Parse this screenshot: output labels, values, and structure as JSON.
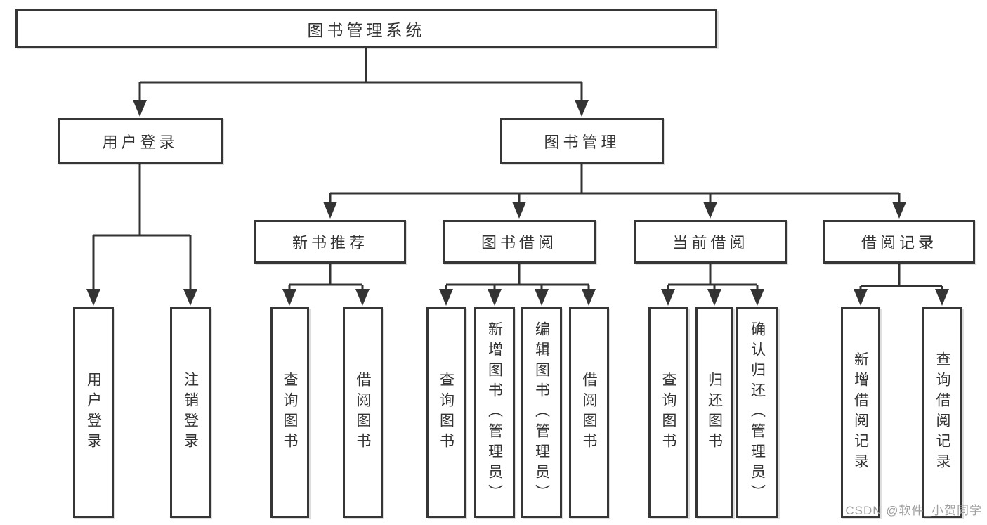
{
  "colors": {
    "line": "#333333",
    "box_border": "#363636",
    "text": "#333333",
    "box_background": "#ffffff",
    "page_background": "#ffffff",
    "watermark": "#9e9e9e"
  },
  "tree": {
    "root": "图书管理系统",
    "children": [
      {
        "label": "用户登录",
        "children": [
          "用户登录",
          "注销登录"
        ]
      },
      {
        "label": "图书管理",
        "children": [
          {
            "label": "新书推荐",
            "children": [
              "查询图书",
              "借阅图书"
            ]
          },
          {
            "label": "图书借阅",
            "children": [
              "查询图书",
              "新增图书（管理员）",
              "编辑图书（管理员）",
              "借阅图书"
            ]
          },
          {
            "label": "当前借阅",
            "children": [
              "查询图书",
              "归还图书",
              "确认归还（管理员）"
            ]
          },
          {
            "label": "借阅记录",
            "children": [
              "新增借阅记录",
              "查询借阅记录"
            ]
          }
        ]
      }
    ]
  },
  "watermark": "CSDN @软件_小贺同学"
}
